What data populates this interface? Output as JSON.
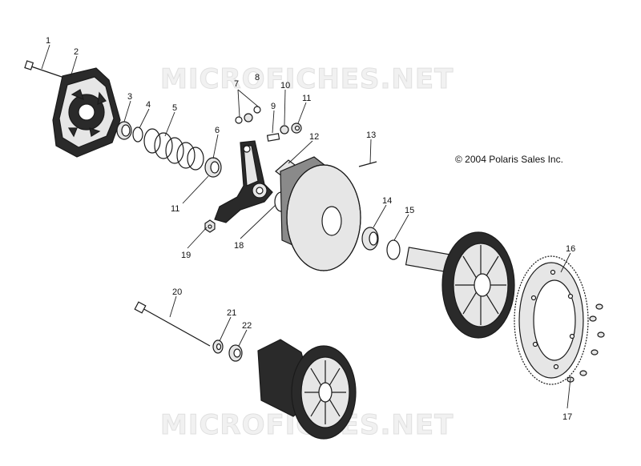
{
  "watermarks": [
    "MICROFICHES.NET",
    "MICROFICHES.NET"
  ],
  "copyright": "© 2004 Polaris Sales Inc.",
  "callouts": [
    "1",
    "2",
    "3",
    "4",
    "5",
    "6",
    "7",
    "8",
    "9",
    "10",
    "11",
    "12",
    "13",
    "14",
    "15",
    "16",
    "17",
    "18",
    "19",
    "20",
    "21",
    "22",
    "11"
  ],
  "colors": {
    "line": "#1a1a1a",
    "watermark": "#e0e0e0",
    "background": "#ffffff"
  }
}
